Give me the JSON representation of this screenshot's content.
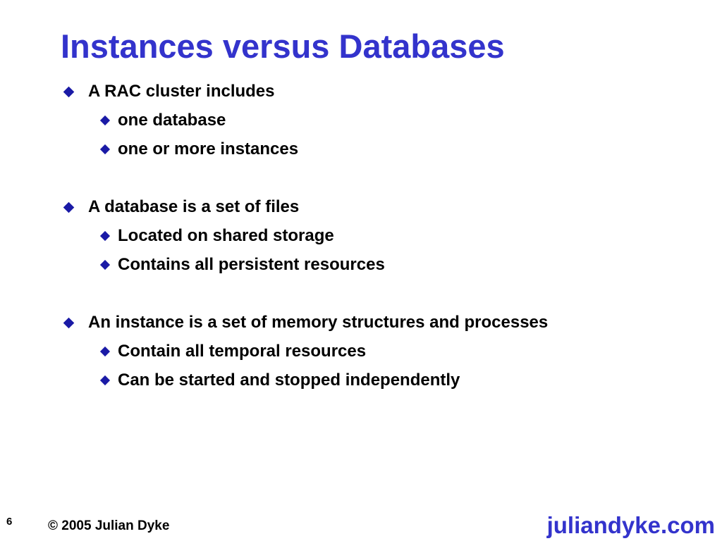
{
  "colors": {
    "title": "#3333cc",
    "bullet_diamond": "#1a1aa6",
    "body_text": "#000000",
    "logo": "#3333cc"
  },
  "slide": {
    "title": "Instances versus Databases",
    "bullets": [
      {
        "level": 1,
        "text": "A RAC cluster includes"
      },
      {
        "level": 2,
        "text": "one database"
      },
      {
        "level": 2,
        "text": "one or more instances"
      },
      {
        "level": 1,
        "text": "A database is a set of files"
      },
      {
        "level": 2,
        "text": "Located on shared storage"
      },
      {
        "level": 2,
        "text": "Contains all persistent resources"
      },
      {
        "level": 1,
        "text": "An instance is a set of memory structures and processes"
      },
      {
        "level": 2,
        "text": "Contain all temporal resources"
      },
      {
        "level": 2,
        "text": "Can be started and stopped independently"
      }
    ]
  },
  "footer": {
    "page_number": "6",
    "copyright": "© 2005 Julian Dyke",
    "site": "juliandyke.com"
  }
}
